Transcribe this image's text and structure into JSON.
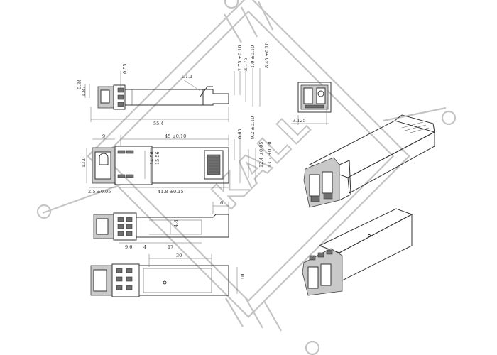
{
  "watermark": {
    "text": "KALL"
  },
  "dimensions": {
    "top_view": {
      "d_0_55": "0.55",
      "d_c1_1": "C1.1",
      "d_2_75": "2.75 ±0.10",
      "d_2_175": "2.175",
      "d_1_0": "1.0 ±0.10",
      "d_8_45": "8.45 ±0.10",
      "d_1_87": "1.87",
      "d_0_34": "0.34",
      "d_55_4": "55.4"
    },
    "end_view": {
      "d_3_125": "3.125"
    },
    "side_view": {
      "d_9": "9",
      "d_45": "45 ±0.10",
      "d_13_9": "13.9",
      "d_14_56": "14.56",
      "d_15_56": "15.56",
      "d_0_65": "0.65",
      "d_9_2": "9.2 ±0.10",
      "d_12_4": "12.4 ±0.05",
      "d_13_7": "13.7 ±0.10",
      "d_2_5": "2.5 ±0.05",
      "d_41_8": "41.8 ±0.15"
    },
    "bottom_view": {
      "d_6": "6",
      "d_4_8": "4.8",
      "d_9_6": "9.6",
      "d_4": "4",
      "d_17": "17"
    },
    "underside_view": {
      "d_30": "30",
      "d_10": "10"
    }
  }
}
